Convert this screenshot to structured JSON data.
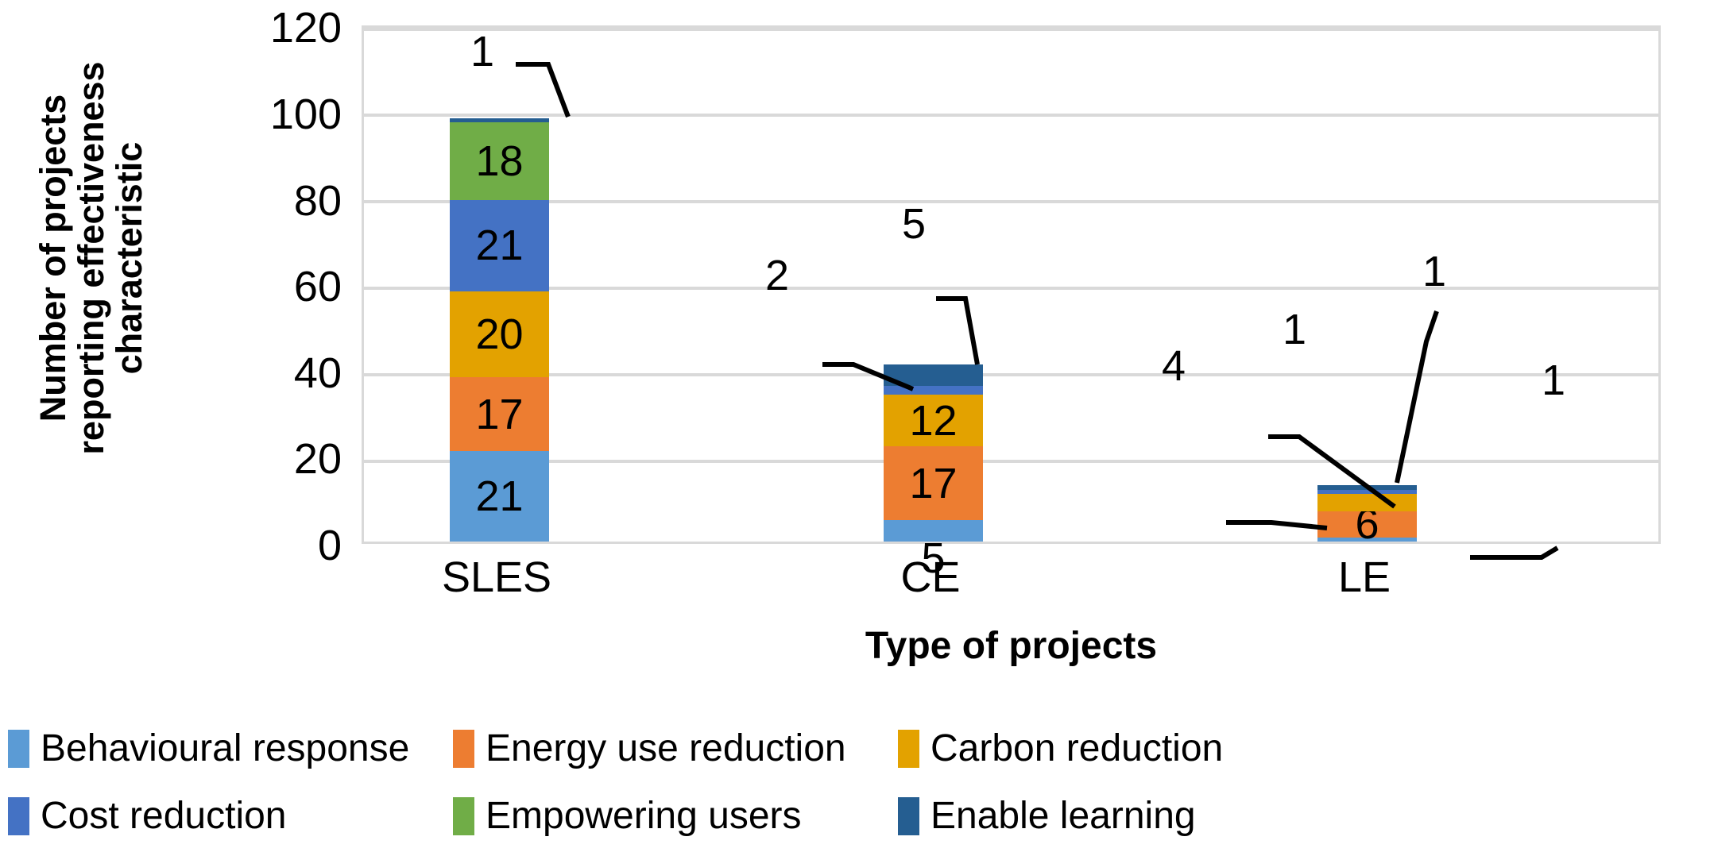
{
  "chart_data": {
    "type": "bar",
    "subtype": "stacked-bar",
    "title": "",
    "xlabel": "Type of projects",
    "ylabel": "Number of projects reporting effectiveness characteristic",
    "ylabel_lines": [
      "Number of projects",
      "reporting effectiveness",
      "characteristic"
    ],
    "categories": [
      "SLES",
      "CE",
      "LE"
    ],
    "ylim": [
      0,
      120
    ],
    "yticks": [
      0,
      20,
      40,
      60,
      80,
      100,
      120
    ],
    "ytick_labels": [
      "0",
      "20",
      "40",
      "60",
      "80",
      "100",
      "120"
    ],
    "grid": true,
    "legend_position": "bottom",
    "series": [
      {
        "name": "Behavioural response",
        "color": "#5b9bd5",
        "values": [
          21,
          5,
          1
        ],
        "labels": [
          "21",
          "5",
          "1"
        ]
      },
      {
        "name": "Energy use reduction",
        "color": "#ed7d31",
        "values": [
          17,
          17,
          6
        ],
        "labels": [
          "17",
          "17",
          "6"
        ]
      },
      {
        "name": "Carbon reduction",
        "color": "#e3a200",
        "values": [
          20,
          12,
          4
        ],
        "labels": [
          "20",
          "12",
          "4"
        ]
      },
      {
        "name": "Cost reduction",
        "color": "#4472c4",
        "values": [
          21,
          2,
          1
        ],
        "labels": [
          "21",
          "2",
          "1"
        ]
      },
      {
        "name": "Empowering users",
        "color": "#70ad47",
        "values": [
          18,
          0,
          0
        ],
        "labels": [
          "18",
          "",
          ""
        ]
      },
      {
        "name": "Enable learning",
        "color": "#255e91",
        "values": [
          1,
          5,
          1
        ],
        "labels": [
          "1",
          "5",
          "1"
        ]
      }
    ],
    "totals": [
      98,
      41,
      13
    ]
  },
  "axis": {
    "y_title_lines": [
      "Number of projects",
      "reporting effectiveness",
      "characteristic"
    ],
    "x_title": "Type of projects",
    "y_ticks": [
      "120",
      "100",
      "80",
      "60",
      "40",
      "20",
      "0"
    ],
    "x_ticks": [
      "SLES",
      "CE",
      "LE"
    ]
  },
  "bars": {
    "sles": {
      "category": "SLES",
      "segments": [
        {
          "series": "Behavioural response",
          "value": 21,
          "label": "21",
          "color": "#5b9bd5",
          "label_placement": "inside"
        },
        {
          "series": "Energy use reduction",
          "value": 17,
          "label": "17",
          "color": "#ed7d31",
          "label_placement": "inside"
        },
        {
          "series": "Carbon reduction",
          "value": 20,
          "label": "20",
          "color": "#e3a200",
          "label_placement": "inside"
        },
        {
          "series": "Cost reduction",
          "value": 21,
          "label": "21",
          "color": "#4472c4",
          "label_placement": "inside"
        },
        {
          "series": "Empowering users",
          "value": 18,
          "label": "18",
          "color": "#70ad47",
          "label_placement": "inside"
        },
        {
          "series": "Enable learning",
          "value": 1,
          "label": "1",
          "color": "#255e91",
          "label_placement": "callout"
        }
      ]
    },
    "ce": {
      "category": "CE",
      "segments": [
        {
          "series": "Behavioural response",
          "value": 5,
          "label": "5",
          "color": "#5b9bd5",
          "label_placement": "below"
        },
        {
          "series": "Energy use reduction",
          "value": 17,
          "label": "17",
          "color": "#ed7d31",
          "label_placement": "inside"
        },
        {
          "series": "Carbon reduction",
          "value": 12,
          "label": "12",
          "color": "#e3a200",
          "label_placement": "inside"
        },
        {
          "series": "Cost reduction",
          "value": 2,
          "label": "2",
          "color": "#4472c4",
          "label_placement": "callout"
        },
        {
          "series": "Enable learning",
          "value": 5,
          "label": "5",
          "color": "#255e91",
          "label_placement": "callout"
        }
      ]
    },
    "le": {
      "category": "LE",
      "segments": [
        {
          "series": "Behavioural response",
          "value": 1,
          "label": "1",
          "color": "#5b9bd5",
          "label_placement": "callout"
        },
        {
          "series": "Energy use reduction",
          "value": 6,
          "label": "6",
          "color": "#ed7d31",
          "label_placement": "inside"
        },
        {
          "series": "Carbon reduction",
          "value": 4,
          "label": "4",
          "color": "#e3a200",
          "label_placement": "callout"
        },
        {
          "series": "Cost reduction",
          "value": 1,
          "label": "1",
          "color": "#4472c4",
          "label_placement": "callout"
        },
        {
          "series": "Enable learning",
          "value": 1,
          "label": "1",
          "color": "#255e91",
          "label_placement": "callout"
        }
      ]
    }
  },
  "callouts": {
    "sles_enable_learning": "1",
    "ce_cost_reduction": "2",
    "ce_enable_learning": "5",
    "le_cost_reduction": "1",
    "le_enable_learning": "1",
    "le_carbon_reduction": "4",
    "le_behavioural_response": "1"
  },
  "legend": {
    "items": [
      {
        "label": "Behavioural response",
        "color": "#5b9bd5"
      },
      {
        "label": "Energy use reduction",
        "color": "#ed7d31"
      },
      {
        "label": "Carbon reduction",
        "color": "#e3a200"
      },
      {
        "label": "Cost reduction",
        "color": "#4472c4"
      },
      {
        "label": "Empowering users",
        "color": "#70ad47"
      },
      {
        "label": "Enable learning",
        "color": "#255e91"
      }
    ]
  },
  "colors": {
    "behavioural_response": "#5b9bd5",
    "energy_use_reduction": "#ed7d31",
    "carbon_reduction": "#e3a200",
    "cost_reduction": "#4472c4",
    "empowering_users": "#70ad47",
    "enable_learning": "#255e91",
    "gridline": "#d9d9d9",
    "text": "#000000",
    "background": "#ffffff"
  }
}
